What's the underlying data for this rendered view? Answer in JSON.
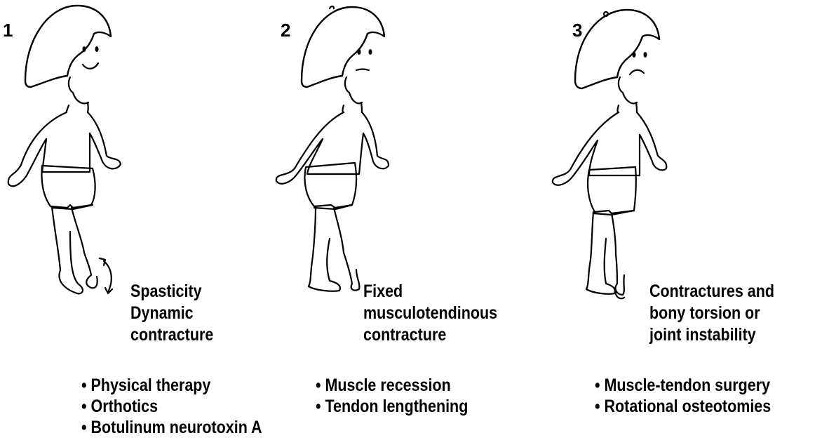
{
  "stages": [
    {
      "number": "1",
      "title_lines": [
        "Spasticity",
        "Dynamic",
        "contracture"
      ],
      "treatments": [
        "Physical therapy",
        "Orthotics",
        "Botulinum neurotoxin A"
      ]
    },
    {
      "number": "2",
      "title_lines": [
        "Fixed",
        "musculotendinous",
        "contracture"
      ],
      "treatments": [
        "Muscle recession",
        "Tendon lengthening"
      ]
    },
    {
      "number": "3",
      "title_lines": [
        "Contractures and",
        "bony torsion or",
        "joint instability"
      ],
      "treatments": [
        "Muscle-tendon surgery",
        "Rotational osteotomies"
      ]
    }
  ]
}
